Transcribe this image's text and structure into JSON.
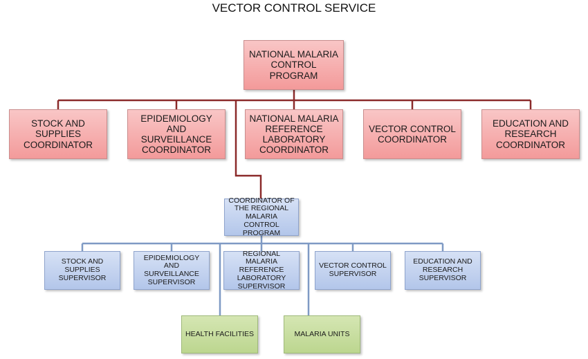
{
  "title": "VECTOR CONTROL SERVICE",
  "colors": {
    "national": "#f4a9a9",
    "regional": "#c2d2ef",
    "local": "#c7de9f",
    "link_national": "#8b2a2a",
    "link_regional": "#7f9ac4"
  },
  "nodes": {
    "nmcp": "NATIONAL MALARIA CONTROL PROGRAM",
    "stock_coord": "STOCK AND SUPPLIES COORDINATOR",
    "epi_coord": "EPIDEMIOLOGY AND SURVEILLANCE COORDINATOR",
    "lab_coord": "NATIONAL MALARIA REFERENCE LABORATORY COORDINATOR",
    "vector_coord": "VECTOR CONTROL COORDINATOR",
    "edu_coord": "EDUCATION AND RESEARCH COORDINATOR",
    "regional": "COORDINATOR OF THE REGIONAL MALARIA CONTROL PROGRAM",
    "stock_sup": "STOCK AND SUPPLIES SUPERVISOR",
    "epi_sup": "EPIDEMIOLOGY AND SURVEILLANCE SUPERVISOR",
    "lab_sup": "REGIONAL MALARIA REFERENCE LABORATORY SUPERVISOR",
    "vector_sup": "VECTOR CONTROL SUPERVISOR",
    "edu_sup": "EDUCATION AND RESEARCH SUPERVISOR",
    "health_facilities": "HEALTH FACILITIES",
    "malaria_units": "MALARIA UNITS"
  }
}
